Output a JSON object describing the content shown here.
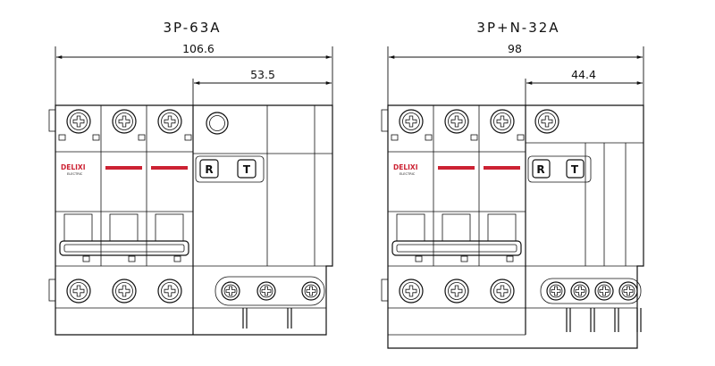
{
  "colors": {
    "line": "#111111",
    "brand_red": "#cc2233",
    "background": "#ffffff"
  },
  "left": {
    "title": "3P-63A",
    "overall_width": "106.6",
    "partial_width": "53.5",
    "brand": "DELIXI",
    "brand_sub": "ELECTRIC",
    "reset_label": "R",
    "test_label": "T"
  },
  "right": {
    "title": "3P+N-32A",
    "overall_width": "98",
    "partial_width": "44.4",
    "brand": "DELIXI",
    "brand_sub": "ELECTRIC",
    "reset_label": "R",
    "test_label": "T"
  }
}
